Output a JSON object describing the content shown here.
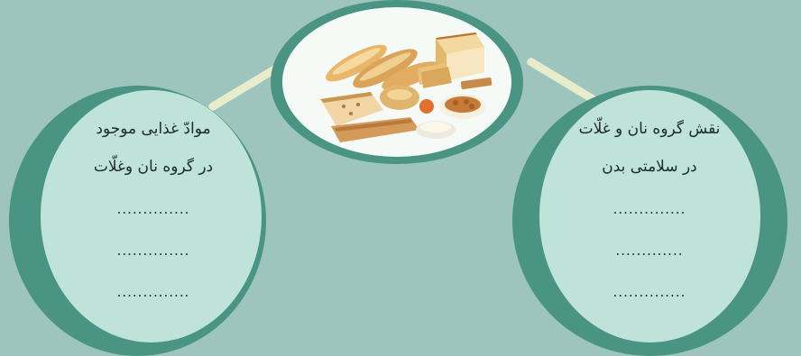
{
  "left_circle": {
    "title_line1": "موادّ غذایی موجود",
    "title_line2": "در گروه نان وغلّات",
    "blanks": [
      "..............",
      "..............",
      ".............."
    ]
  },
  "right_circle": {
    "title_line1": "نقش گروه نان و غلّات",
    "title_line2": "در سلامتی بدن",
    "blanks": [
      "..............",
      ".............",
      ".............."
    ]
  },
  "center_image": {
    "icon": "bread-and-grains-food-icon"
  },
  "colors": {
    "background": "#9ec5bd",
    "ring": "#4a9484",
    "circle_fill": "#bfe3d8",
    "connector": "#e8eccb"
  }
}
